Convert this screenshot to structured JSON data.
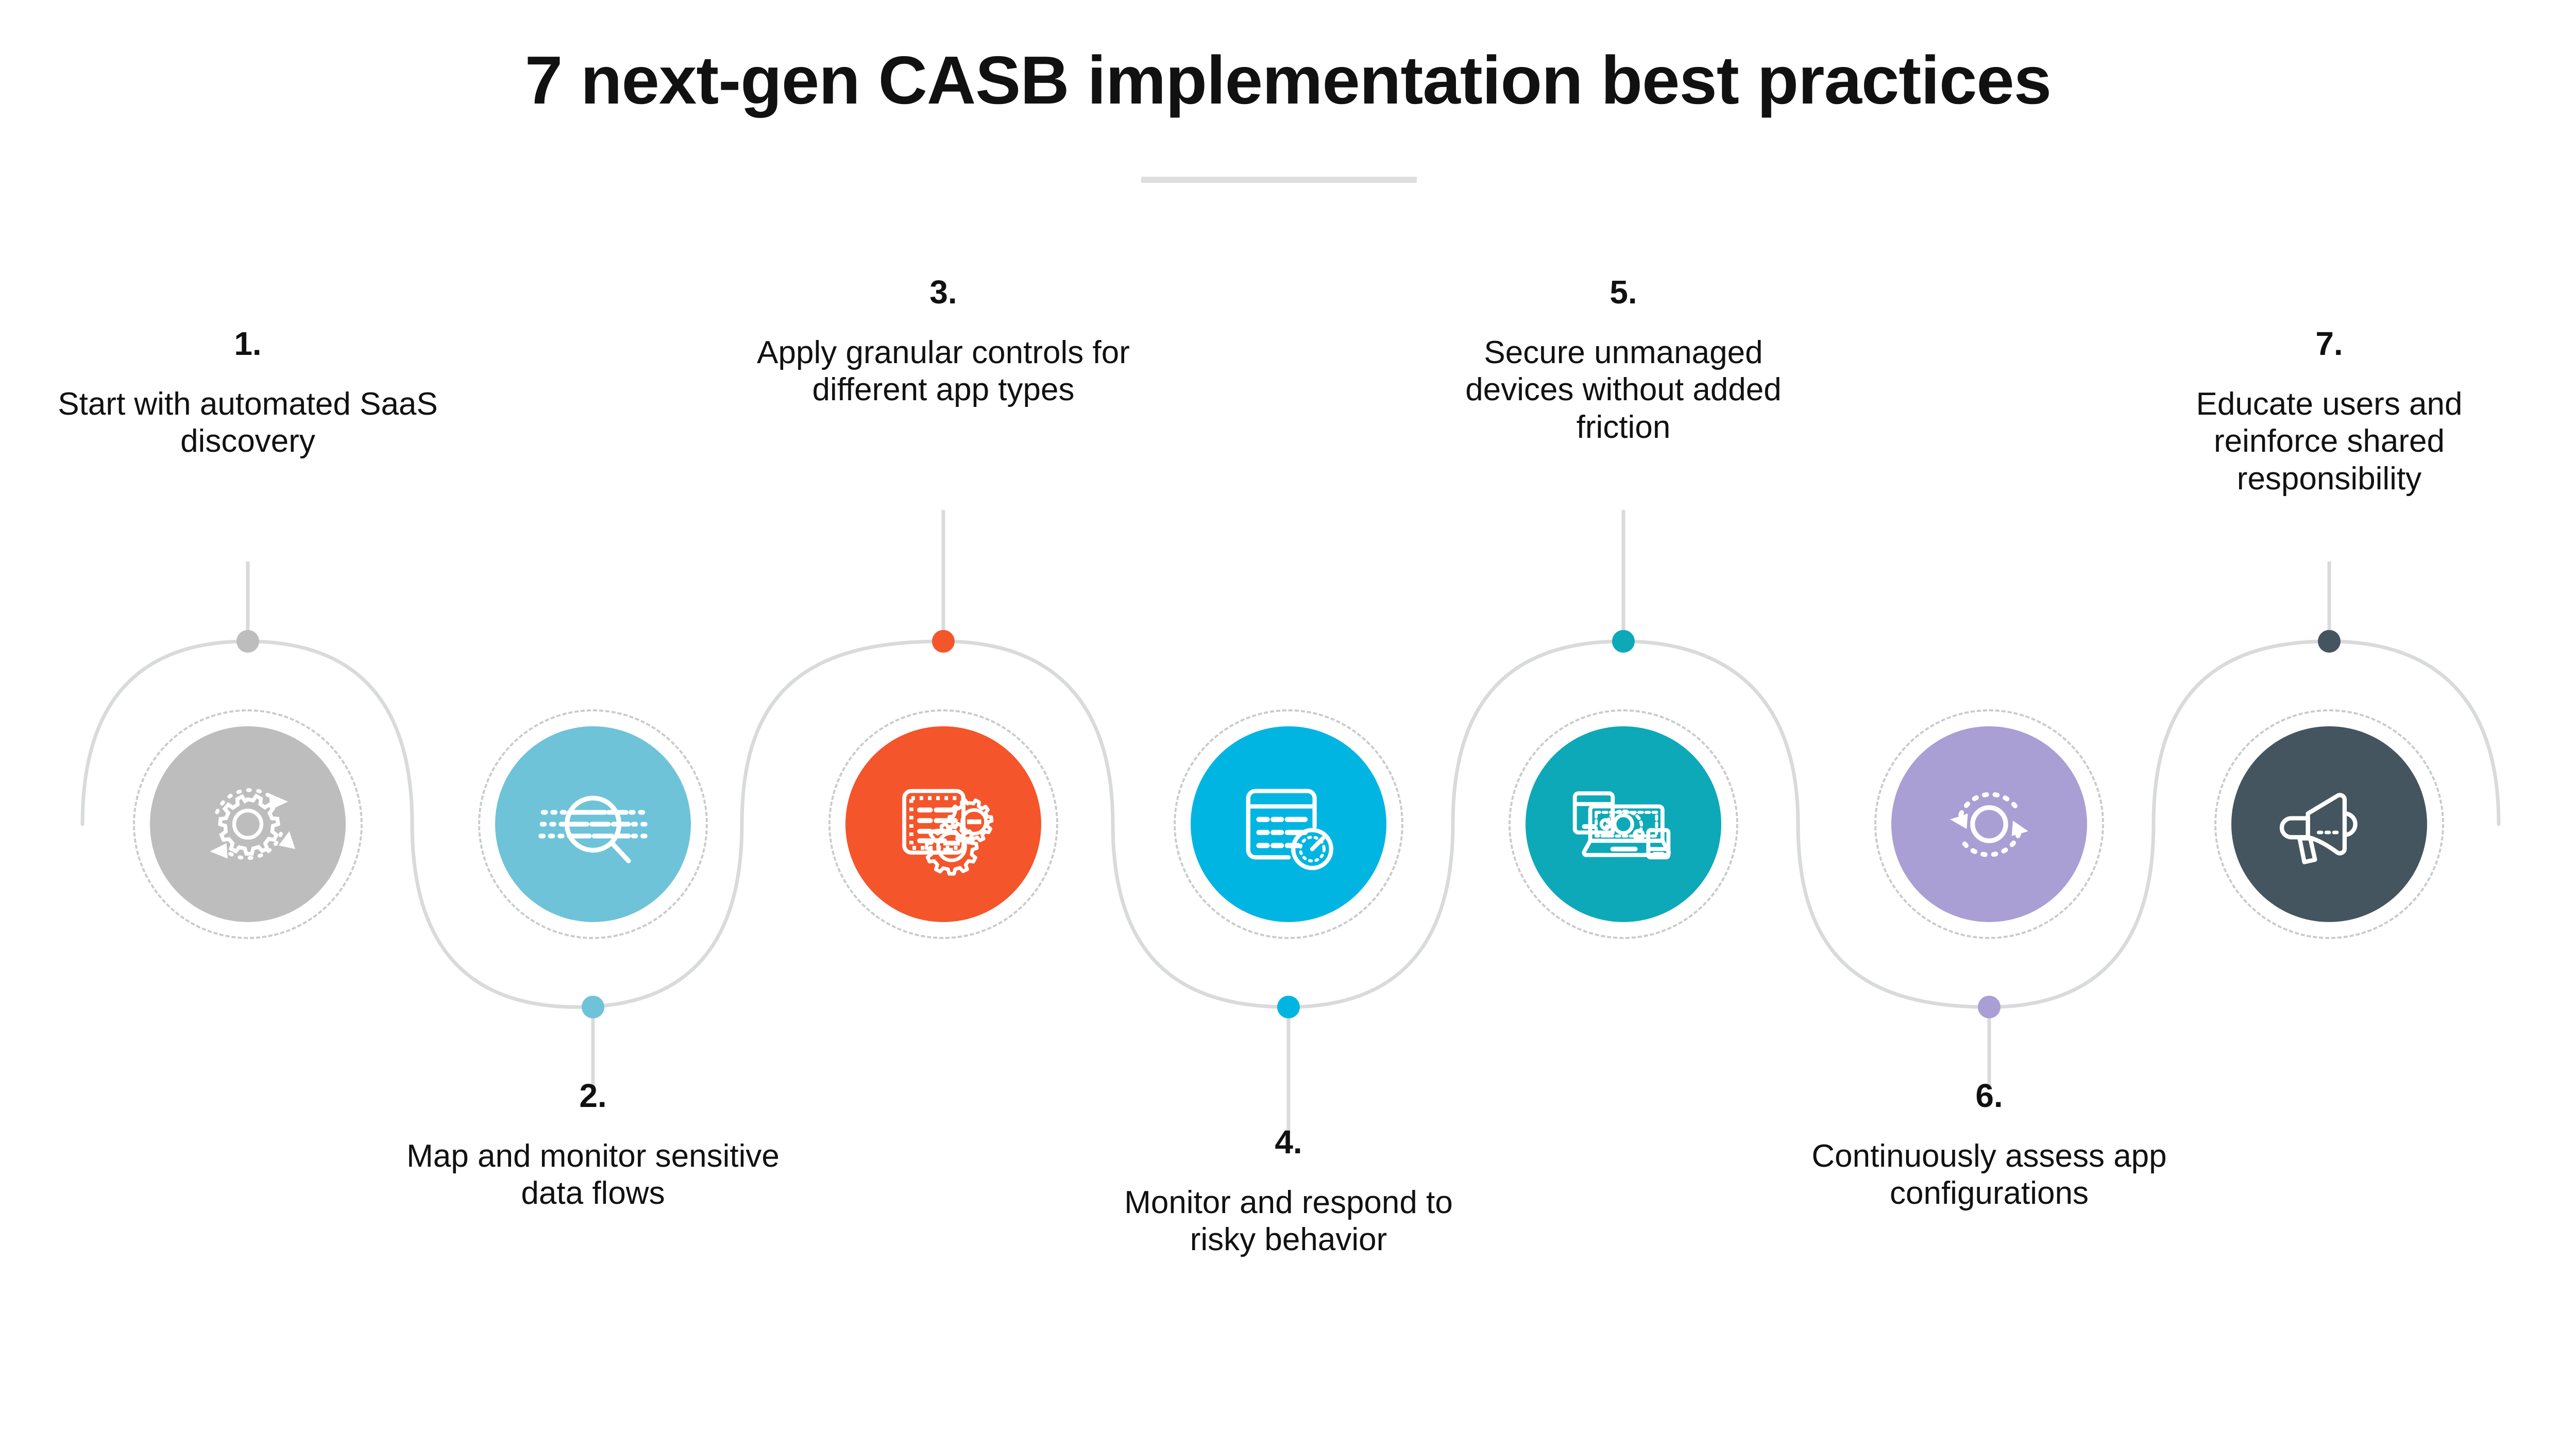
{
  "header": {
    "title": "7 next-gen CASB implementation best practices",
    "divider_color": "#dedede"
  },
  "palette": {
    "step1": "#bdbdbd",
    "step2": "#6ec3d8",
    "step3": "#f4552b",
    "step4": "#00b5e2",
    "step5": "#0da9b8",
    "step6": "#a99fd4",
    "step7": "#44555f",
    "wave": "#d8dadb",
    "dashed_ring": "#c9cccd",
    "text": "#111111"
  },
  "steps": [
    {
      "number": "1.",
      "text": "Start with automated SaaS discovery",
      "color": "#bdbdbd",
      "icon": "gear-automation-icon",
      "position": "top"
    },
    {
      "number": "2.",
      "text": "Map and monitor sensitive data flows",
      "color": "#6ec3d8",
      "icon": "magnifier-data-flow-icon",
      "position": "bottom"
    },
    {
      "number": "3.",
      "text": "Apply granular controls for different app types",
      "color": "#f4552b",
      "icon": "document-gears-icon",
      "position": "top"
    },
    {
      "number": "4.",
      "text": "Monitor and respond to risky behavior",
      "color": "#00b5e2",
      "icon": "window-gauge-icon",
      "position": "bottom"
    },
    {
      "number": "5.",
      "text": "Secure unmanaged devices without added friction",
      "color": "#0da9b8",
      "icon": "multi-device-atom-icon",
      "position": "top"
    },
    {
      "number": "6.",
      "text": "Continuously assess app configurations",
      "color": "#a99fd4",
      "icon": "continuous-cycle-icon",
      "position": "bottom"
    },
    {
      "number": "7.",
      "text": "Educate users and reinforce shared responsibility",
      "color": "#44555f",
      "icon": "megaphone-icon",
      "position": "top"
    }
  ]
}
